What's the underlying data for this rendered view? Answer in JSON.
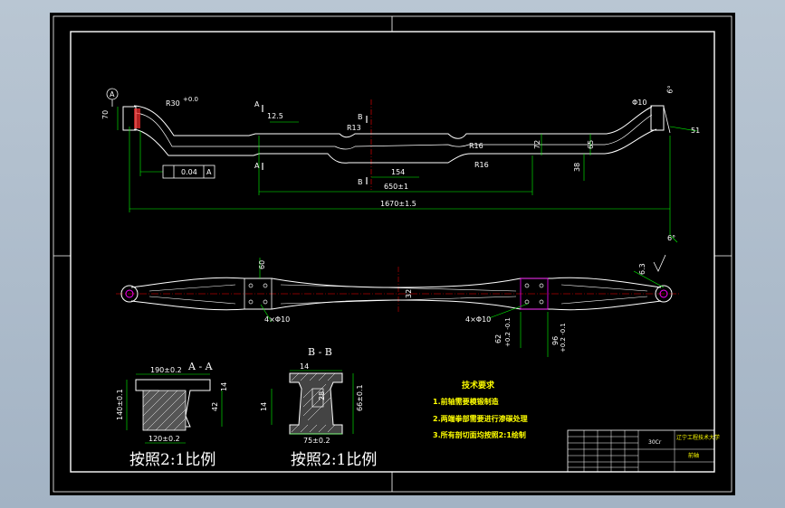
{
  "colors": {
    "background": "#a3b3c4",
    "sheet": "#000000",
    "line": "#ffffff",
    "dimension": "#00ff00",
    "annotation": "#ffff00",
    "centerline": "#ff0000",
    "hidden": "#ff00ff"
  },
  "front_view": {
    "dims": {
      "radius_top_left": "R30",
      "tol_top_left": "+0.0",
      "thickness": "12.5",
      "r13": "R13",
      "r16_a": "R16",
      "r16_b": "R16",
      "d154": "154",
      "d650": "650±1",
      "d1670": "1670±1.5",
      "d70": "70",
      "d72": "72",
      "d65": "65",
      "d38": "38",
      "d51": "51",
      "phi10": "Φ10",
      "ang6": "6°",
      "ang6b": "6°"
    },
    "section_a": "A",
    "section_b": "B",
    "tolerance_flatness": "0.04",
    "tolerance_datum": "A",
    "datum_symbol": "A"
  },
  "top_view": {
    "dims": {
      "d60": "60",
      "holes_left": "4×Φ10",
      "holes_right": "4×Φ10",
      "d32": "32",
      "d62": "62",
      "d62_tol": "+0.2 -0.1",
      "d96": "96",
      "d96_tol": "+0.2 -0.1",
      "d63": "6.3"
    }
  },
  "section_aa": {
    "title": "A - A",
    "top_width": "190±0.2",
    "bottom_width": "120±0.2",
    "height_left": "140±0.1",
    "d42": "42",
    "d14": "14",
    "scale_note": "按照2:1比例"
  },
  "section_bb": {
    "title": "B - B",
    "d14_top": "14",
    "d14_left": "14",
    "d28": "28",
    "height_right": "66±0.1",
    "bottom_width": "75±0.2",
    "scale_note": "按照2:1比例"
  },
  "tech_requirements": {
    "title": "技术要求",
    "items": [
      "1.前轴需要模锻制造",
      "2.两端拳部需要进行渗碳处理",
      "3.所有剖切面均按照2:1绘制"
    ]
  },
  "title_block": {
    "material": "30Cr",
    "school": "辽宁工程技术大学",
    "part_name": "前轴"
  }
}
